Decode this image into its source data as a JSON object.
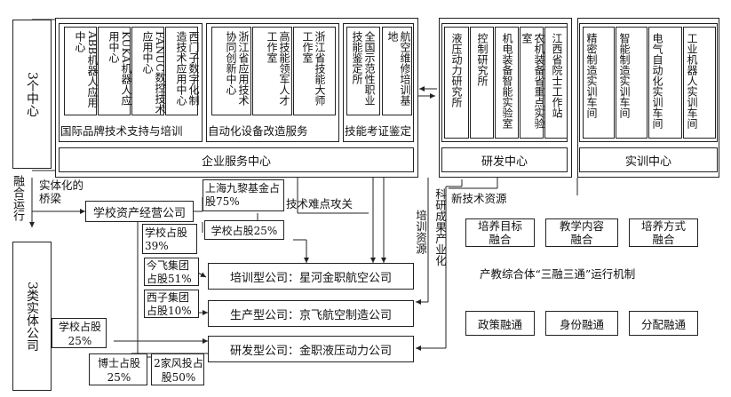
{
  "left": {
    "center3": "3个中心",
    "fusion": "融合运行",
    "bridge": "实体化的桥梁",
    "entities3": "3类实体公司"
  },
  "panels": {
    "intl": {
      "caption": "国际品牌技术支持与培训",
      "items": [
        "西门子数字化制造技术应用中心",
        "FANUC数控技术应用中心",
        "KUKA机器人应用中心",
        "ABB机器人应用中心"
      ]
    },
    "auto": {
      "caption": "自动化设备改造服务",
      "items": [
        "浙江省技能大师工作室",
        "高技能领军人才工作室",
        "浙江省应用技术协同创新中心"
      ]
    },
    "skill": {
      "caption": "技能考证鉴定",
      "items": [
        "全国示范性职业技能鉴定所",
        "航空维修培训基地"
      ]
    },
    "rd": {
      "items": [
        "液压动力研究所",
        "控制研究所",
        "机电装备智能实验室",
        "农机装备省重点实验室",
        "江西省院士工作站"
      ]
    },
    "training": {
      "items": [
        "精密制造实训车间",
        "智能制造实训车间",
        "电气自动化实训车间",
        "工业机器人实训车间"
      ]
    }
  },
  "centers": {
    "enterprise": "企业服务中心",
    "rd": "研发中心",
    "training": "实训中心"
  },
  "companies": {
    "asset": "学校资产经营公司",
    "shanghai": "上海九黎基金占股75%",
    "school25": "学校占股25%",
    "school39": "学校占股39%",
    "jinfei": "今飞集团占股51%",
    "xizi": "西子集团占股10%",
    "training_co": "培训型公司：星河金职航空公司",
    "production_co": "生产型公司：京飞航空制造公司",
    "rd_co": "研发型公司：金职液压动力公司",
    "school_share": "学校占股25%",
    "doctor_share": "博士占股25%",
    "vc_share": "2家风投占股50%"
  },
  "flows": {
    "tech_problem": "技术难点攻关",
    "new_tech": "新技术资源",
    "training_res": "培训资源",
    "research_ind": "科研成果产业化"
  },
  "mechanism": {
    "title": "产教综合体“三融三通”运行机制",
    "row1": [
      "培养目标融合",
      "教学内容融合",
      "培养方式融合"
    ],
    "row2": [
      "政策融通",
      "身份融通",
      "分配融通"
    ]
  }
}
